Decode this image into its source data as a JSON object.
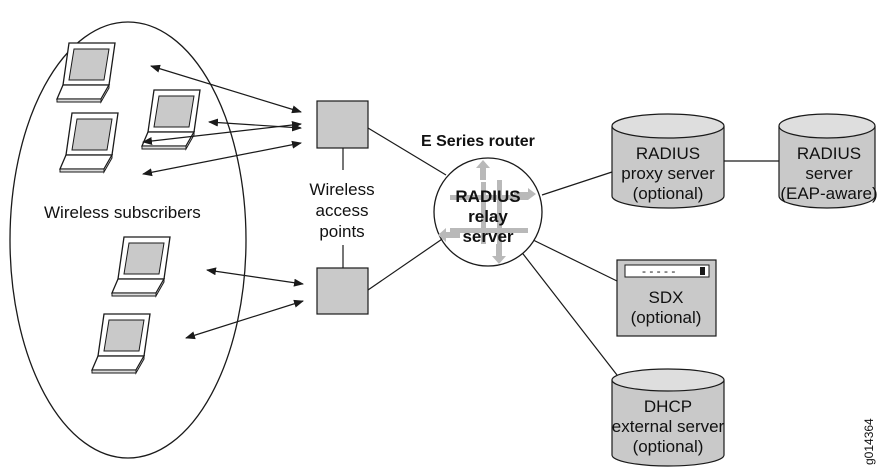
{
  "colors": {
    "device_fill": "#c9c9c9",
    "cylinder_top_fill": "#dedede",
    "router_arrow_fill": "#b9b9b9",
    "line": "#1a1a1a",
    "background": "#ffffff"
  },
  "icons": {
    "laptop": "laptop-icon",
    "access_point": "square-box-icon",
    "router": "router-circle-icon",
    "server": "cylinder-database-icon",
    "sdx": "window-terminal-icon"
  },
  "subscribers": {
    "label": "Wireless subscribers",
    "laptop_count": 5
  },
  "access_points": {
    "label_line1": "Wireless",
    "label_line2": "access",
    "label_line3": "points"
  },
  "router": {
    "title": "E Series router",
    "inner_line1": "RADIUS",
    "inner_line2": "relay",
    "inner_line3": "server"
  },
  "servers": {
    "radius_proxy": {
      "line1": "RADIUS",
      "line2": "proxy server",
      "line3": "(optional)"
    },
    "radius_eap": {
      "line1": "RADIUS",
      "line2": "server",
      "line3": "(EAP-aware)"
    },
    "sdx": {
      "line1": "SDX",
      "line2": "(optional)",
      "screen_text": "- - - - -"
    },
    "dhcp": {
      "line1": "DHCP",
      "line2": "external server",
      "line3": "(optional)"
    }
  },
  "figure_id": "g014364"
}
